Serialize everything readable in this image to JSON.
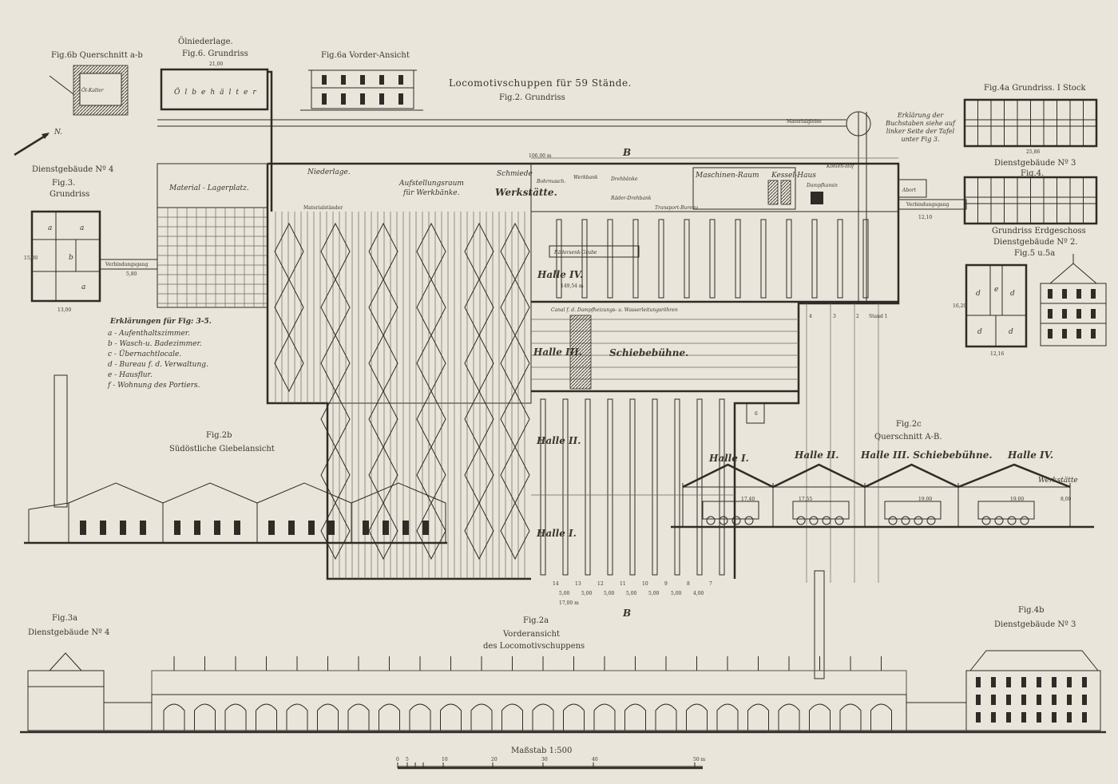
{
  "sheet": {
    "title": "Locomotivschuppen für 59 Stände.",
    "subtitle": "Fig.2. Grundriss",
    "north": "N.",
    "section_marker": "B"
  },
  "fig6b": {
    "label": "Fig.6b Querschnitt a-b",
    "room": "Öl-Kalter"
  },
  "fig6": {
    "title": "Ölniederlage.",
    "label": "Fig.6. Grundriss",
    "inner": "Ölbehälter",
    "dim": "21,00"
  },
  "fig6a": {
    "label": "Fig.6a Vorder-Ansicht"
  },
  "fig3": {
    "building": "Dienstgebäude Nº 4",
    "label": "Fig.3.",
    "sub": "Grundriss",
    "dim_w": "13,00",
    "dim_h": "15,00",
    "corridor": "Verbindungsgang",
    "corridor_dim": "5,80"
  },
  "legend": {
    "title": "Erklärungen für Fig: 3-5.",
    "items": [
      "a - Aufenthaltszimmer.",
      "b - Wasch-u. Badezimmer.",
      "c - Übernachtlocale.",
      "d - Bureau f. d. Verwaltung.",
      "e - Hausflur.",
      "f - Wohnung des Portiers."
    ]
  },
  "plan": {
    "material": "Material - Lagerplatz.",
    "niederlage": "Niederlage.",
    "materialstaender": "Materialständer",
    "aufstellung1": "Aufstellungsraum",
    "aufstellung2": "für Werkbänke.",
    "schmiede": "Schmiede",
    "werkstaette": "Werkstätte.",
    "bohrmasch": "Bohrmasch.",
    "werkbank": "Werkbank",
    "drehbaenke": "Drehbänke",
    "raederdrehbank": "Räder-Drehbank",
    "transport": "Transport-Bureau",
    "maschinenraum": "Maschinen-Raum",
    "kessel": "Kessel-Haus",
    "kohlenhof": "Kohlen-Hof",
    "dampfkamin": "Dampfkamin",
    "raedersenk": "Rädersenk-Grube",
    "halle4": "Halle IV.",
    "halle3": "Halle III.",
    "halle2": "Halle II.",
    "halle1": "Halle I.",
    "schiebebuehne": "Schiebebühne.",
    "canal": "Canal f. d. Dampfheizungs- u. Wasserleitungsröhren",
    "dim_top": "106,00 m",
    "dim_halle4": "149,54 m",
    "dim_bottom": "17,00 m",
    "dim_verb": "12,10",
    "verbindung": "Verbindungsgang",
    "abort": "Abort",
    "stand_numbers": [
      "4",
      "3",
      "2",
      "Stand 1"
    ],
    "lower_numbers": [
      "14",
      "13",
      "12",
      "11",
      "10",
      "9",
      "8",
      "7"
    ],
    "lower_dims": [
      "5,00",
      "5,00",
      "5,00",
      "5,00",
      "5,00",
      "5,00",
      "4,00"
    ],
    "gleise": "Materialgleise",
    "num6": "6"
  },
  "fig4a": {
    "label": "Fig.4a Grundriss. I Stock",
    "dim": "25,86",
    "note": "Erklärung der Buchstaben siehe auf linker Seite der Tafel unter Fig 3."
  },
  "fig4": {
    "building": "Dienstgebäude Nº 3",
    "label": "Fig.4.",
    "sub": "Grundriss Erdgeschoss"
  },
  "fig5": {
    "building": "Dienstgebäude Nº 2.",
    "label": "Fig.5 u.5a",
    "dim_w": "12,16",
    "dim_h": "16,20"
  },
  "fig2b": {
    "label": "Fig.2b",
    "sub": "Südöstliche Giebelansicht"
  },
  "fig2c": {
    "label": "Fig.2c",
    "sub": "Querschnitt A-B.",
    "halls": [
      "Halle I.",
      "Halle II.",
      "Halle III. Schiebebühne.",
      "Halle IV."
    ],
    "werkstaette": "Werkstätte",
    "dims": [
      "17,40",
      "17,55",
      "19,00",
      "19,00",
      "8,00"
    ]
  },
  "fig3a": {
    "label": "Fig.3a",
    "sub": "Dienstgebäude Nº 4"
  },
  "fig2a": {
    "label": "Fig.2a",
    "sub1": "Vorderansicht",
    "sub2": "des Locomotivschuppens"
  },
  "fig4b": {
    "label": "Fig.4b",
    "sub": "Dienstgebäude Nº 3"
  },
  "scale": {
    "label": "Maßstab 1:500",
    "ticks": [
      "0",
      "5",
      "",
      "",
      "10",
      "20",
      "30",
      "40",
      "50 m"
    ]
  }
}
